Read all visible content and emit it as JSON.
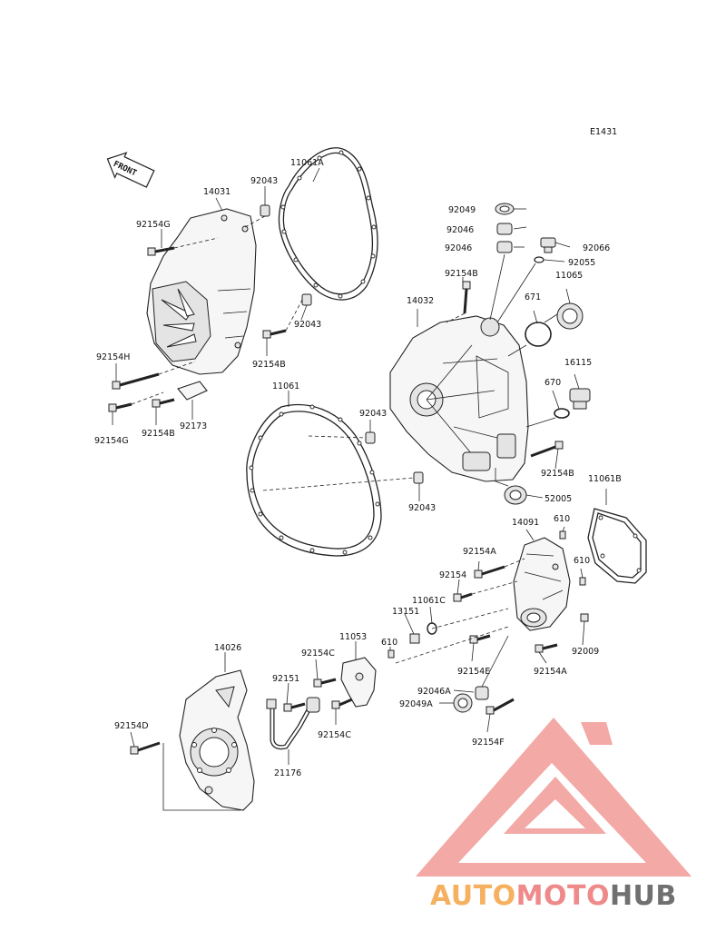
{
  "diagram": {
    "code": "E1431",
    "front_label": "FRONT",
    "part_labels": [
      "11061A",
      "92043",
      "14031",
      "92154G",
      "92043",
      "92154B",
      "92154H",
      "92154G",
      "92154B",
      "92173",
      "11061",
      "92043",
      "14032",
      "92154B",
      "92049",
      "92046",
      "92046",
      "92066",
      "92055",
      "11065",
      "671",
      "16115",
      "670",
      "92154B",
      "11061B",
      "52005",
      "92043",
      "14091",
      "610",
      "610",
      "92154A",
      "92154",
      "11061C",
      "13151",
      "11053",
      "610",
      "92154C",
      "92151",
      "92154E",
      "92154A",
      "92009",
      "92046A",
      "92049A",
      "92154F",
      "92154C",
      "14026",
      "92154D",
      "21176"
    ]
  },
  "watermark": {
    "parts": [
      "AUTO",
      "MOTO",
      "HUB"
    ],
    "colors": {
      "auto": "#f5b060",
      "moto": "#ef8a8a",
      "hub": "#707070",
      "logo": "#f29b96"
    }
  }
}
